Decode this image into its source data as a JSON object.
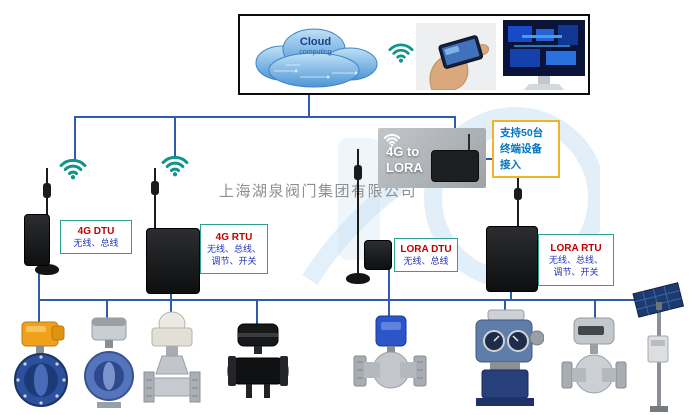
{
  "company": {
    "watermark_text": "上海湖泉阀门集团有限公司"
  },
  "top_panel": {
    "cloud_title": "Cloud",
    "cloud_subtitle": "computing"
  },
  "gateway": {
    "caption_line1": "4G to",
    "caption_line2": "LORA"
  },
  "note_box": {
    "line1": "支持50台",
    "line2": "终端设备",
    "line3": "接入"
  },
  "device_labels": {
    "dtu_4g": {
      "title": "4G DTU",
      "line1": "无线、总线"
    },
    "rtu_4g": {
      "title": "4G RTU",
      "line1": "无线、总线、",
      "line2": "调节、开关"
    },
    "dtu_lora": {
      "title": "LORA DTU",
      "line1": "无线、总线"
    },
    "rtu_lora": {
      "title": "LORA RTU",
      "line1": "无线、总线、",
      "line2": "调节、开关"
    }
  },
  "icons": {
    "wifi": "wifi-signal-icon",
    "cloud": "cloud-computing-image",
    "phone": "hand-holding-phone-image",
    "monitor": "desktop-monitor-image",
    "gateway": "lora-gateway-image",
    "antenna": "antenna-mast"
  },
  "equipment": [
    "electric-butterfly-valve-yellow-actuator",
    "electric-butterfly-valve-grey-actuator",
    "electric-gate-valve",
    "black-electric-ball-valve",
    "flanged-ball-valve-blue-actuator",
    "heavy-electric-actuator-valve",
    "ball-valve-grey-actuator",
    "solar-powered-monitoring-pole"
  ],
  "colors": {
    "connector_line": "#2e5ca8",
    "label_border": "#2fa08e",
    "label_title": "#c00000",
    "label_text": "#2233bb",
    "note_border": "#f0b42a",
    "note_text": "#0076c0",
    "wifi": "#0e9488",
    "watermark_text": "#8f8f8f"
  }
}
